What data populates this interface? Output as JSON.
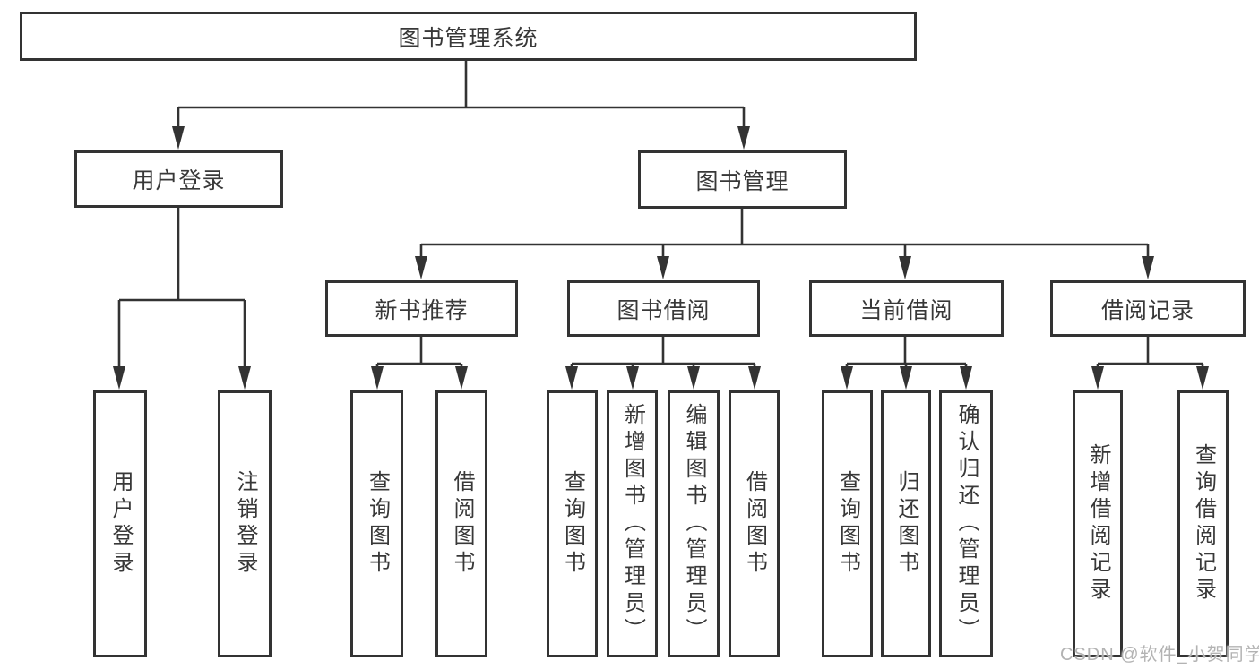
{
  "diagram": {
    "title": "图书管理系统",
    "root": {
      "label": "图书管理系统"
    },
    "level2": [
      {
        "id": "user-login",
        "label": "用户登录"
      },
      {
        "id": "book-management",
        "label": "图书管理"
      }
    ],
    "level3": [
      {
        "id": "new-book-recommend",
        "label": "新书推荐"
      },
      {
        "id": "book-borrow",
        "label": "图书借阅"
      },
      {
        "id": "current-borrow",
        "label": "当前借阅"
      },
      {
        "id": "borrow-records",
        "label": "借阅记录"
      }
    ],
    "leaves": {
      "user_login": [
        {
          "label": "用户登录"
        },
        {
          "label": "注销登录"
        }
      ],
      "new_books": [
        {
          "label": "查询图书"
        },
        {
          "label": "借阅图书"
        }
      ],
      "book_borrow": [
        {
          "label": "查询图书"
        },
        {
          "label": "新增图书（管理员）"
        },
        {
          "label": "编辑图书（管理员）"
        },
        {
          "label": "借阅图书"
        }
      ],
      "current_borrow": [
        {
          "label": "查询图书"
        },
        {
          "label": "归还图书"
        },
        {
          "label": "确认归还（管理员）"
        }
      ],
      "borrow_records": [
        {
          "label": "新增借阅记录"
        },
        {
          "label": "查询借阅记录"
        }
      ]
    },
    "watermark": "CSDN @软件_小贺同学",
    "colors": {
      "line": "#333333",
      "text": "#383838",
      "background": "#ffffff",
      "watermark": "#b3b3b3"
    }
  }
}
